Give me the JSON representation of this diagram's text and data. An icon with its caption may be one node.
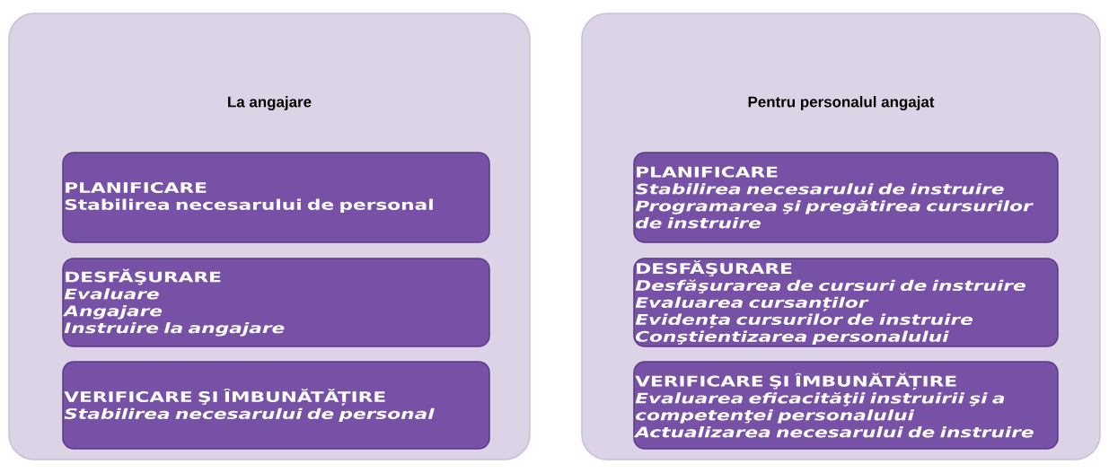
{
  "diagram": {
    "nodes": [
      {
        "text": [
          "La angajare"
        ]
      },
      {
        "text": [
          "PLANIFICARE",
          "Stabilirea necesarului de personal"
        ],
        "in": 0
      },
      {
        "text": [
          "DESFĂŞURARE",
          "Evaluare",
          "Angajare",
          "Instruire la angajare"
        ],
        "in": 0
      },
      {
        "text": [
          "VERIFICARE ŞI ÎMBUNĂTĂȚIRE",
          "Stabilirea necesarului de personal"
        ],
        "in": 0
      },
      {
        "text": [
          "Pentru personalul angajat"
        ]
      },
      {
        "text": [
          "PLANIFICARE",
          "Stabilirea necesarului de instruire",
          "Programarea şi pregătirea cursurilor de instruire"
        ],
        "in": 4
      },
      {
        "text": [
          "DESFĂŞURARE",
          "Desfăşurarea de cursuri de instruire",
          "Evaluarea cursanților",
          "Evidența cursurilor de instruire",
          "Conştientizarea personalului"
        ],
        "in": 4
      },
      {
        "text": [
          "VERIFICARE ŞI ÎMBUNĂTĂȚIRE",
          "Evaluarea eficacităţii instruirii şi a competenţei personalului",
          "Actualizarea necesarului de instruire"
        ],
        "in": 4
      }
    ],
    "edges": []
  }
}
